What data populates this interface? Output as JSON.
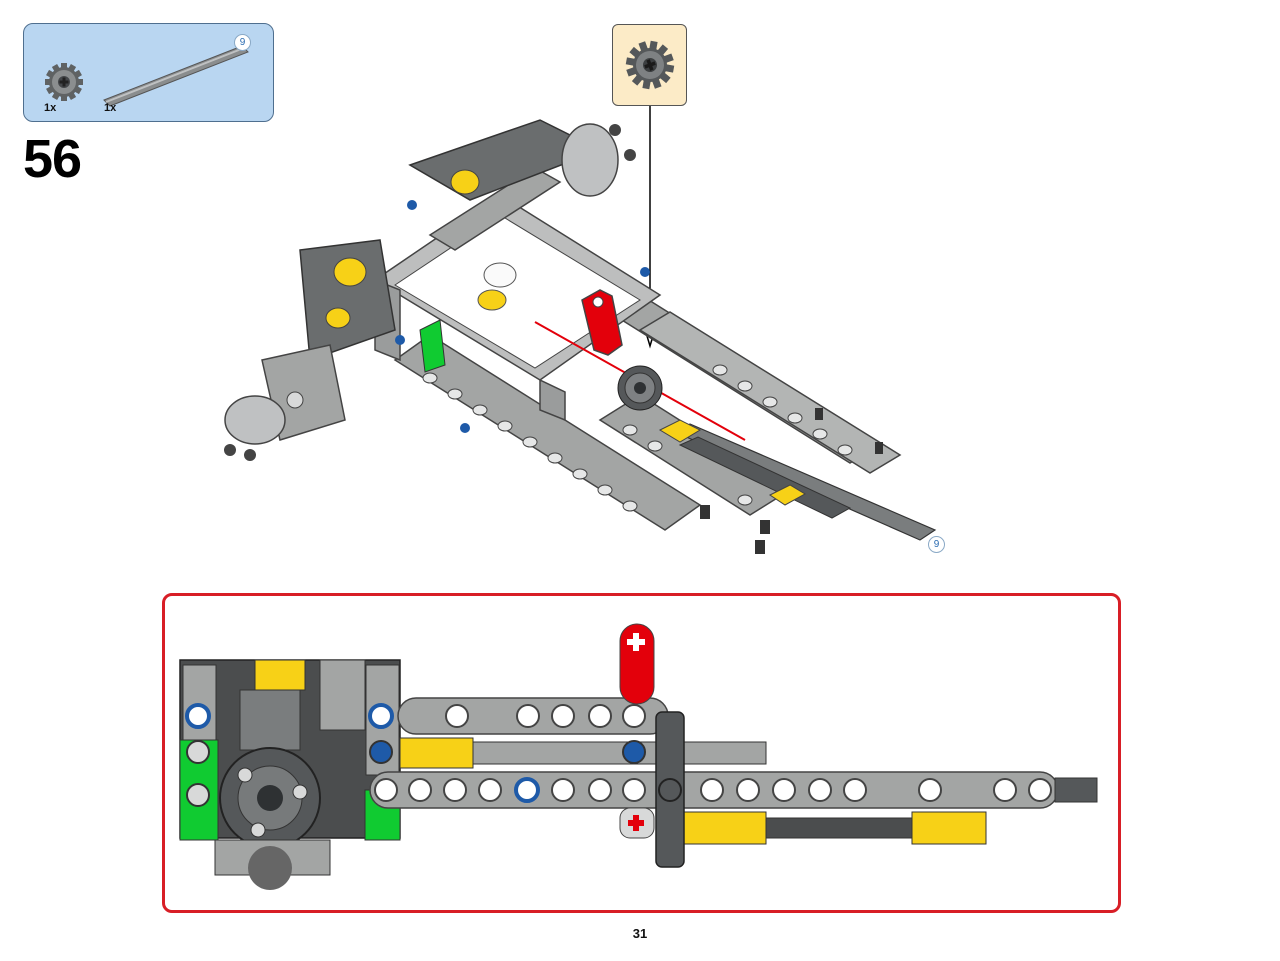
{
  "step": {
    "number": "56"
  },
  "parts_list": {
    "items": [
      {
        "icon": "gear-12-tooth-icon",
        "qty": "1x"
      },
      {
        "icon": "axle-9-icon",
        "qty": "1x",
        "length_badge": "9"
      }
    ]
  },
  "main_assembly": {
    "axle_length_badge": "9"
  },
  "page": {
    "number": "31"
  },
  "colors": {
    "parts_bg": "#b9d6f1",
    "callout_bg": "#fcebc7",
    "subview_border": "#d81e26",
    "lego_gray": "#a3a5a4",
    "lego_dark": "#4b4d4e",
    "lego_yellow": "#f7d117",
    "lego_red": "#e3000b",
    "lego_green": "#10cb31",
    "lego_blue": "#1e5aa8"
  }
}
